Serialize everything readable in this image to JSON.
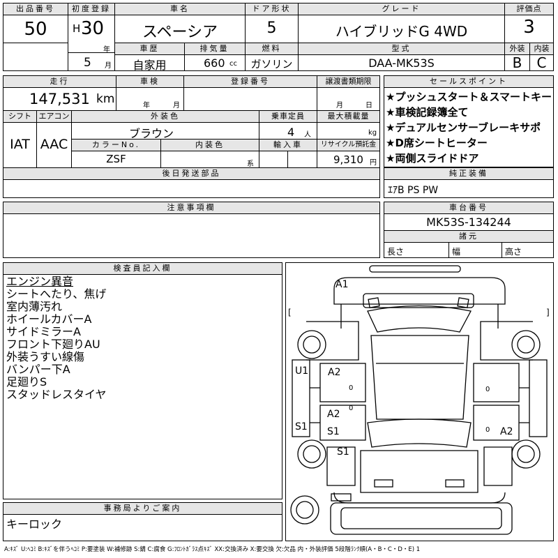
{
  "header": {
    "lot_no_label": "出品番号",
    "lot_no": "50",
    "first_reg_label": "初度登録",
    "era": "H",
    "year": "30",
    "year_unit": "年",
    "month": "5",
    "month_unit": "月",
    "car_name_label": "車名",
    "car_name": "スペーシア",
    "history_label": "車歴",
    "history": "自家用",
    "displacement_label": "排気量",
    "displacement": "660",
    "displacement_unit": "cc",
    "door_label": "ドア形状",
    "door": "5",
    "fuel_label": "燃料",
    "fuel": "ガソリン",
    "grade_label": "グレード",
    "grade": "ハイブリッドG 4WD",
    "model_label": "型式",
    "model": "DAA-MK53S",
    "score_label": "評価点",
    "score": "3",
    "ext_label": "外装",
    "ext": "B",
    "int_label": "内装",
    "int": "C"
  },
  "row2": {
    "mileage_label": "走行",
    "mileage": "147,531",
    "mileage_unit": "km",
    "inspection_label": "車検",
    "insp_year_unit": "年",
    "insp_month_unit": "月",
    "regno_label": "登録番号",
    "transfer_label": "譲渡書類期限",
    "transfer_month_unit": "月",
    "transfer_day_unit": "日",
    "shift_label": "シフト",
    "shift": "IAT",
    "ac_label": "エアコン",
    "ac": "AAC",
    "exterior_color_label": "外装色",
    "exterior_color": "ブラウン",
    "capacity_label": "乗車定員",
    "capacity": "4",
    "capacity_unit": "人",
    "max_load_label": "最大積載量",
    "max_load_unit": "kg",
    "color_no_label": "カラーNo.",
    "color_no": "ZSF",
    "interior_color_label": "内装色",
    "interior_suffix": "系",
    "import_label": "輸入車",
    "recycle_label": "リサイクル預託金",
    "recycle": "9,310",
    "recycle_unit": "円",
    "later_parts_label": "後日発送部品"
  },
  "sales_points": {
    "label": "セールスポイント",
    "items": [
      "★プッシュスタート＆スマートキー",
      "★車検記録簿全て",
      "★デュアルセンサーブレーキサポ",
      "★D席シートヒーター",
      "★両側スライドドア"
    ]
  },
  "equipment": {
    "label": "純正装備",
    "value": "ｴｱB PS PW"
  },
  "notes": {
    "label": "注意事項欄"
  },
  "chassis": {
    "label": "車台番号",
    "value": "MK53S-134244",
    "dims_label": "諸元",
    "length_label": "長さ",
    "width_label": "幅",
    "height_label": "高さ"
  },
  "inspector": {
    "label": "検査員記入欄",
    "lines": [
      "エンジン異音",
      "シートへたり、焦げ",
      "室内薄汚れ",
      "ホイールカバーA",
      "サイドミラーA",
      "フロント下廻りAU",
      "外装うすい線傷",
      "バンパー下A",
      "足廻りS",
      "スタッドレスタイヤ"
    ]
  },
  "office": {
    "label": "事務局よりご案内",
    "value": "キーロック"
  },
  "diagram": {
    "marks": {
      "a1": "A1",
      "u1": "U1",
      "s1_left": "S1",
      "a2_left_door": "A2",
      "a2_center": "A2",
      "s1_center": "S1",
      "s1_rear": "S1",
      "a2_right": "A2"
    },
    "zero_marks": [
      "0",
      "0",
      "0",
      "0"
    ],
    "bracket_left": "[",
    "bracket_right": "]"
  },
  "legend": "A:ｷｽﾞ U:ﾍｺﾐ B:ｷｽﾞを伴うﾍｺﾐ P:要塗装 W:補修跡 S:錆 C:腐食 G:ﾌﾛﾝﾄｶﾞﾗｽ点ｷｽﾞ XX:交換済み X:要交換 欠:欠品 内・外装評価 5段階ﾗﾝｸ順(A・B・C・D・E) 1"
}
